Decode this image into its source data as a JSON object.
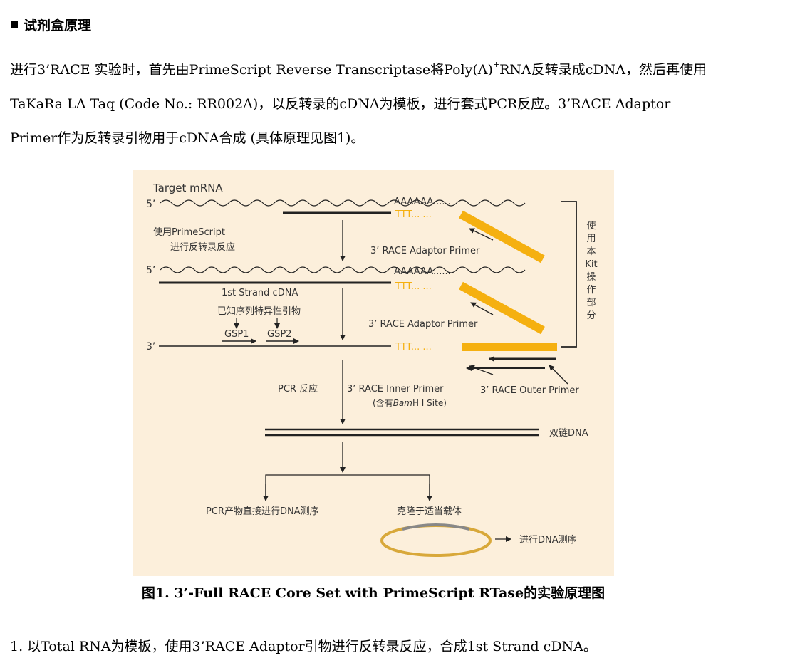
{
  "section": {
    "title": "试剂盒原理"
  },
  "intro": {
    "line1_a": "进行3’RACE 实验时，首先由PrimeScript Reverse Transcriptase将Poly(A)",
    "line1_sup": "+",
    "line1_b": "RNA反转录成cDNA，然后再使用",
    "line2": "TaKaRa LA Taq (Code No.: RR002A)，以反转录的cDNA为模板，进行套式PCR反应。3’RACE Adaptor",
    "line3": "Primer作为反转录引物用于cDNA合成 (具体原理见图1)。"
  },
  "figure": {
    "target_mrna": "Target mRNA",
    "five_prime_1": "5’",
    "poly_a_1": "AAAAAA......",
    "ttt_1": "TTT... ...",
    "rt_label_1": "使用PrimeScript",
    "rt_label_2": "进行反转录反应",
    "adaptor_primer_1": "3’ RACE Adaptor Primer",
    "five_prime_2": "5’",
    "poly_a_2": "AAAAAA......",
    "first_strand": "1st Strand cDNA",
    "ttt_2": "TTT... ...",
    "gsp_note": "已知序列特异性引物",
    "gsp1": "GSP1",
    "gsp2": "GSP2",
    "adaptor_primer_2": "3’ RACE Adaptor Primer",
    "three_prime": "3’",
    "ttt_3": "TTT... ...",
    "kit_side_label": [
      "使",
      "用",
      "本",
      "Kit",
      "操",
      "作",
      "部",
      "分"
    ],
    "pcr_label": "PCR 反应",
    "inner_primer": "3’ RACE Inner Primer",
    "inner_primer_note_a": "(含有",
    "inner_primer_note_italic": "Bam",
    "inner_primer_note_b": "H I Site)",
    "outer_primer": "3’ RACE Outer Primer",
    "double_strand": "双链DNA",
    "direct_seq": "PCR产物直接进行DNA测序",
    "clone_label": "克隆于适当载体",
    "clone_seq": "进行DNA测序",
    "colors": {
      "primer": "#f5b010",
      "ttt": "#f5b010",
      "line": "#222222",
      "vector": "#d8a83a",
      "insert": "#888888",
      "background": "#fcefdb"
    }
  },
  "caption": "图1. 3’-Full RACE Core Set with PrimeScript RTase的实验原理图",
  "steps": [
    {
      "text": "1. 以Total RNA为模板，使用3’RACE Adaptor引物进行反转录反应，合成1st Strand cDNA。"
    }
  ]
}
